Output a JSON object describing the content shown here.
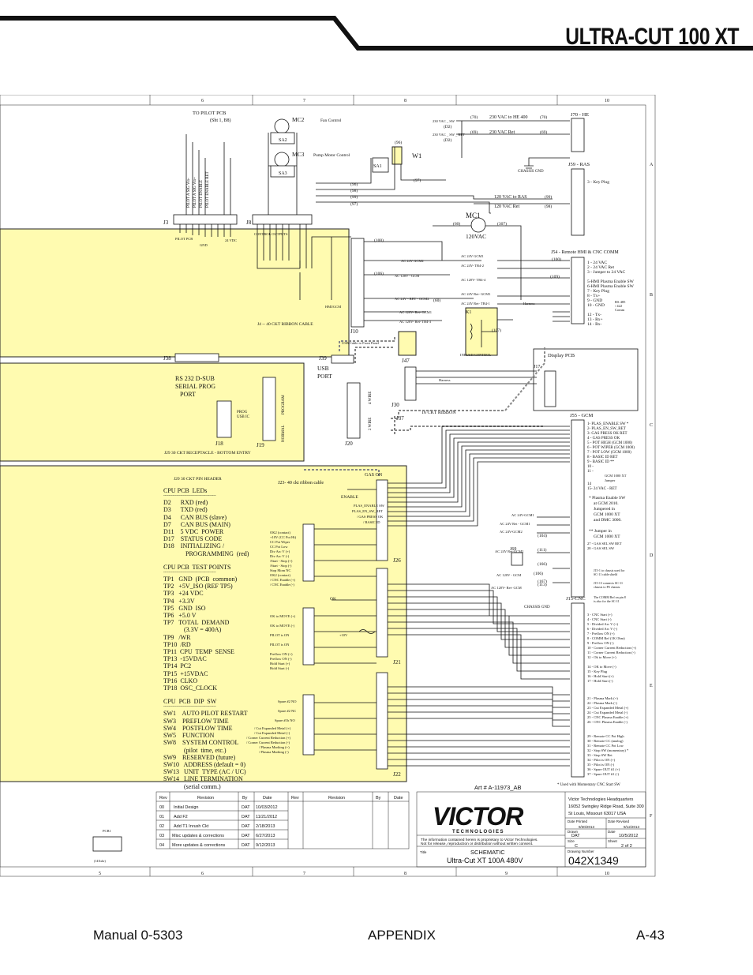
{
  "header": {
    "title": "ULTRA-CUT 100 XT"
  },
  "footer": {
    "manual": "Manual 0-5303",
    "section": "APPENDIX",
    "page": "A-43"
  },
  "grid": {
    "top_cols": [
      "6",
      "7",
      "8",
      "10"
    ],
    "bottom_cols": [
      "5",
      "6",
      "7",
      "8",
      "9",
      "10"
    ],
    "rows": [
      "A",
      "B",
      "C",
      "D",
      "E",
      "F"
    ]
  },
  "labels": {
    "to_pilot_pcb": "TO  PILOT PCB",
    "sht": "(Sht 1, B8)",
    "mc2": "MC2",
    "mc3": "MC3",
    "mc1": "MC1",
    "w1": "W1",
    "sa1": "SA1",
    "sa2": "SA2",
    "sa3": "SA3",
    "fan_control": "Fan Control",
    "pump_motor_control": "Pump Motor Control",
    "v230_sw": "230 VAC _ SW",
    "v230_ret": "230 VAC _ SW _ RET",
    "d2a": "(D2)",
    "d2b": "(D2)",
    "w70a": "(70)",
    "w70b": "(70)",
    "w69a": "(69)",
    "w69b": "(69)",
    "v230_to_he": "230 VAC to HE 400",
    "v230_ret2": "230 VAC Ret",
    "j70": "J70 - HE",
    "j59": "J59 - RAS",
    "key_plug": "3 - Key Plug",
    "chassis_gnd": "CHASSIS GND",
    "w96a": "(96)",
    "w96b": "(96)",
    "w97a": "(97)",
    "w97b": "(97)",
    "w98a": "(98)",
    "w98b": "(98)",
    "w99a": "(99)",
    "w99b": "(99)",
    "v120_to_ras": "120 VAC to RAS",
    "v120_ret": "120 VAC Ret",
    "w60a": "(60)",
    "w60b": "(60)",
    "w307": "(307)",
    "v120vac": "120VAC",
    "j3": "J3",
    "j8": "J8",
    "j10": "J10",
    "j38": "J38",
    "j39": "J39",
    "j47": "J47",
    "j30": "J30",
    "j37": "J37",
    "j18": "J18",
    "j19": "J19",
    "j20": "J20",
    "j26": "J26",
    "j21": "J21",
    "j22": "J22",
    "j17": "J17",
    "j69": "J69",
    "k1": "K1",
    "pilot_pcb": "PILOT PCB",
    "gnd": "GND",
    "v24vdc": "24 VDC",
    "control_outputs": "CONTROL OUTPUTS",
    "ribbon_j4": "J4 -- 40 CKT RIBBON CABLE",
    "usb_front": "USB Cable to Front Panel",
    "rs232": "RS 232  D-SUB",
    "serial_prog": "SERIAL PROG",
    "port": "PORT",
    "usb": "USB",
    "usb_port": "PORT",
    "prog_usb": "PROG",
    "usb_ic": "USB IC",
    "normal": "NORMAL",
    "program": "PROGRAM",
    "four_wire": "4 WIRE",
    "two_wire": "2 WIRE",
    "j29_recept": "J29   30 CKT RECEPTACLE - BOTTOM ENTRY",
    "j29_header": "J29    30 CKT PIN HEADER",
    "j23_ribbon": "J23- 40 ckt ribbon cable",
    "ckt16": "16 CKT RIBBON",
    "harness": "Harness",
    "harness2": "Harness",
    "j54": "J54 - Remote HMI & CNC COMM",
    "display_pcb": "Display  PCB",
    "j55": "J55 - GCM",
    "j15": "J15-CNC",
    "inrush": "INRUSH CONTROL",
    "gas_on": "GAS ON",
    "enable": "ENABLE",
    "ok": "OK",
    "v10": "+10V",
    "art": "Art # A-11973_AB",
    "momentary": "*  Used with Momentary CNC Start SW",
    "hmi_gcm": "HMI/GCM",
    "w100a": "(100)",
    "w100b": "(100)",
    "w106a": "(106)",
    "w109": "(109)",
    "w107": "(107)",
    "ac24_gcm2": "AC 24V GCM2",
    "ac120_gcm": "AC 120V - GCM",
    "ac24_gcm1": "AC 24V GCM1",
    "ac24_tb42": "AC 24V- TB4-2",
    "ac120_tb44": "AC 120V- TB4-4",
    "ac24_ret_gcm2": "AC 24V - RET - GCM2",
    "ac120_ret_gcm1": "AC 120V- Ret- GCM1",
    "ac120_ret_tb43": "AC 120V- Ret- TB4-3",
    "ac24_ret_gcm1": "AC 24V Ret- GCM1",
    "ac24_ret_tb41": "AC 24V Ret- TB4-1",
    "ac24_gcm1b": "AC 24V-GCM1",
    "ac24_ret_gcm1b": "AC 24V Ret - GCM1",
    "ac24_gcm2b": "AC 24V-GCM2",
    "ac24_ret_gcm2b": "AC 24V Ret-GCM2",
    "ac120_gcm_b": "AC 120V - GCM",
    "ac120_ret_gcm_b": "AC 120V- Ret- GCM",
    "w104": "(104)",
    "w111": "(111)",
    "w166": "(166)",
    "w167": "(167)",
    "w106b": "(106)",
    "w113": "(113)",
    "spare_pcb": "PCB1",
    "spare_note": "(14Xxhr)"
  },
  "j54_pins": [
    "1 - 24 VAC",
    "2 - 24 VAC Ret",
    "3 - Jumper to 24 VAC",
    "",
    "5-HMI Plasma Enable SW",
    "6-HMI Plasma Enable SW",
    "7 - Key Plug",
    "8 - Tx+",
    "9 - GND",
    "10 - GND",
    "",
    "12 - Tx-",
    "13 - Rx+",
    "14 - Rx-"
  ],
  "rs485": [
    "RS 485",
    "/ 422",
    "Comm"
  ],
  "j55_pins": [
    "1- PLAS_ENABLE SW *",
    "2- PLAS_EN_SW_RET",
    "3- GAS PRESS OK RET",
    "4 - GAS PRESS OK",
    "5 - POT HIGH (GCM 1000)",
    "6 - POT WIPER (GCM 1000)",
    "7 - POT LOW (GCM 1000)",
    "8 - BASIC ID RET",
    "9 - BASIC ID **",
    "10 -",
    "11 -",
    "",
    "14",
    "15- 24 VAC - RET"
  ],
  "gcm_jumper": [
    "GCM 1000 XT",
    "Jumper"
  ],
  "gcm_notes": [
    "*  Plasma Enable SW",
    "   at GCM 2010.",
    "   Jumpered in",
    "   GCM 1000 XT",
    "   and  DMC 3000.",
    "",
    "** Jumper in",
    "   GCM 1000 XT"
  ],
  "gas_sel": [
    "27 - GAS SEL SW RET",
    "28 - GAS SEL SW"
  ],
  "j15_notes": [
    "J15-1 to chassis used for",
    "SC-11 cable shield",
    "",
    "J15-13 connects SC-11",
    "chassis to PS chassis.",
    "",
    "The COMM Ref on pin 8",
    "is also for the SC-11"
  ],
  "j15_pins": [
    "3 - CNC Start (+)",
    "4 - CNC Start (-)",
    "5 - Divided  Arc V (+)",
    "6 - Divided  Arc V (-)",
    "7 - Preflow ON (+)",
    "8 - COMM Ref  (1K Ohm)",
    "9 - Preflow ON (-)",
    "10 - Corner Current Reduction (+)",
    "11 - Corner Current Reduction (-)",
    "12 - Ok to Move (+)",
    "",
    "14 - OK to Move (-)",
    "15 - Key Plug",
    "16 - Hold Start (+)",
    "17 - Hold Start (-)",
    "",
    "21 - Plasma Mark (+)",
    "22 - Plasma Mark (-)",
    "23 - Cut Expanded Metal (+)",
    "24 - Cut Expanded Metal (-)",
    "25 - CNC Plasma Enable (+)",
    "26 - CNC Plasma Enable (-)",
    "",
    "29 - Remote CC Pot High",
    "30 - Remote CC (analog)",
    "31 - Remote CC Pot Low",
    "32 - Stop SW (momentary) *",
    "33 - Stop SW Ret",
    "34 - Pilot is ON (+)",
    "35 - Pilot is ON (-)",
    "36 - Spare OUT #1 (+)",
    "37 - Spare OUT #1 (-)"
  ],
  "tb1_labels": [
    "OK2 (contact)",
    "+10V (CC Pot Hi)",
    "CC Pot Wiper",
    "CC Pot Low",
    "Div Arc V (+)",
    "Div Arc V (-)",
    "/Start - Stop (+)",
    "/Start - Stop (-)",
    "Stop Mom NC",
    "OK2 (contact)",
    "/ CNC Enable (+)",
    "/ CNC Enable (-)"
  ],
  "tb2_labels": [
    "OK to MOVE (+)",
    "OK to MOVE (-)",
    "PILOT is ON",
    "PILOT is ON",
    "Preflow ON (+)",
    "Preflow ON (-)",
    "Hold Start (+)",
    "Hold Start (-)"
  ],
  "tb3_labels": [
    "Spare #2 NO",
    "Spare #2 NC",
    "Spare #1b NO",
    "/ Cut Expanded Metal (+)",
    "/ Cut Expanded Metal (-)",
    "/ Corner Current Reduction (+)",
    "/ Corner Current Reduction (-)",
    "/ Plasma Marking (+)",
    "/ Plasma Marking (-)"
  ],
  "j26_signals": [
    "PLAS_ENABLE SW",
    "PLAS_EN_SW_RET",
    "/ GAS PRESS OK",
    "/ BASIC ID"
  ],
  "cpu_leds": [
    "CPU PCB  LEDs",
    "----------------------------------------",
    "D2      RXD (red)",
    "D3      TXD (red)",
    "D4      CAN BUS (slave)",
    "D7      CAN BUS (MAIN)",
    "D11    5 VDC  POWER",
    "D17    STATUS CODE",
    "D18    INITIALIZING /",
    "              PROGRAMMING  (red)"
  ],
  "cpu_tps": [
    "CPU PCB  TEST POINTS",
    "----------------------------------------",
    "TP1   GND  (PCB  common)",
    "TP2   +5V_ISO (REF TP5)",
    "TP3   +24 VDC",
    "TP4   +3.3V",
    "TP5   GND  ISO",
    "TP6   +5.0 V",
    "TP7   TOTAL  DEMAND",
    "             (3.3V = 400A)",
    "TP9   /WR",
    "TP10  /RD",
    "TP11  CPU  TEMP  SENSE",
    "TP13  -15VDAC",
    "TP14  PC2",
    "TP15  +15VDAC",
    "TP16  CLKO",
    "TP18  OSC_CLOCK"
  ],
  "cpu_sw": [
    "CPU  PCB  DIP  SW",
    "----------------------------------------",
    "SW1    AUTO PILOT RESTART",
    "SW3    PREFLOW TIME",
    "SW4    POSTFLOW TIME",
    "SW5    FUNCTION",
    "SW8    SYSTEM CONTROL",
    "             (pilot  time, etc.)",
    "SW9    RESERVED (future)",
    "SW10   ADDRESS (default = 0)",
    "SW13   UNIT  TYPE (AC / UC)",
    "SW14   LINE TERMINATION",
    "             (serial comm.)"
  ],
  "pilot_pcb_vert": [
    "PILOT A SIG Vin-",
    "PILOT A SIG Vin+",
    "PILOT ENABLE",
    "PILOT ENABLE RET"
  ],
  "rev_table": {
    "headers": [
      "Rev",
      "Revision",
      "By",
      "Date",
      "Rev",
      "Revision",
      "By",
      "Date"
    ],
    "rows": [
      [
        "00",
        "Initial Design",
        "DAT",
        "10/03/2012"
      ],
      [
        "01",
        "Add F2",
        "DAT",
        "11/21/2012"
      ],
      [
        "02",
        "Add T1 Inrush Ckt",
        "DAT",
        "2/18/2013"
      ],
      [
        "03",
        "Misc updates & corrections",
        "DAT",
        "6/27/2013"
      ],
      [
        "04",
        "More updates & corrections",
        "DAT",
        "9/12/2013"
      ]
    ]
  },
  "title_block": {
    "logo": "VICTOR",
    "logo_sub": "TECHNOLOGIES",
    "hq": "Victor Technologies Headquarters",
    "addr1": "16052 Swingley Ridge Road, Suite 300",
    "addr2": "St Louis, Missouri 63017 USA",
    "date_printed_lbl": "Date Printed",
    "date_printed": "9/30/2013",
    "date_revised_lbl": "Date Revised",
    "date_revised": "9/12/2013",
    "drawn_lbl": "Drawn",
    "drawn": "DAT",
    "date_lbl": "Date",
    "date": "10/5/2012",
    "size_lbl": "Size",
    "size": "C",
    "sheet_lbl": "Sheet",
    "sheet": "2  of   2",
    "drawing_number_lbl": "Drawing Number",
    "drawing_number": "042X1349",
    "proprietary1": "The information contained herein is proprietary to Victor Technologies.",
    "proprietary2": "Not for release, reproduction or distribution without written consent.",
    "title_lbl": "Title",
    "title1": "SCHEMATIC",
    "title2": "Ultra-Cut XT  100A  480V"
  }
}
